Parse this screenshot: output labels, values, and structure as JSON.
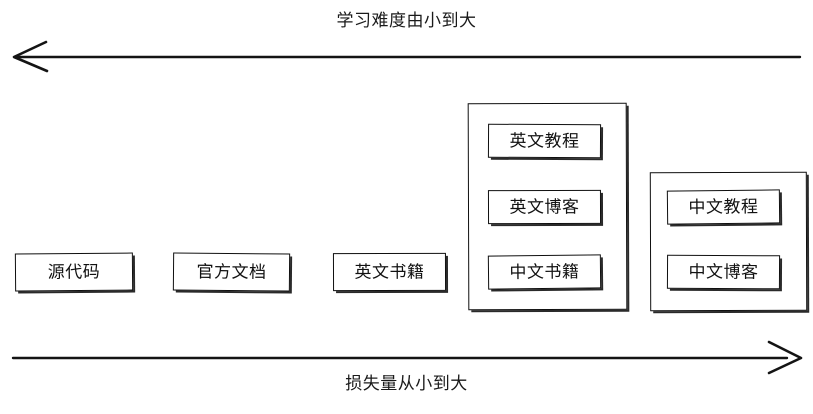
{
  "diagram": {
    "title_top": "学习难度由小到大",
    "title_bottom": "损失量从小到大",
    "top_arrow_direction": "left",
    "bottom_arrow_direction": "right",
    "stroke_color": "#111111",
    "background_color": "#ffffff"
  },
  "nodes": [
    {
      "label": "源代码"
    },
    {
      "label": "官方文档"
    },
    {
      "label": "英文书籍"
    }
  ],
  "groups": [
    {
      "name": "group-1",
      "items": [
        {
          "label": "英文教程"
        },
        {
          "label": "英文博客"
        },
        {
          "label": "中文书籍"
        }
      ]
    },
    {
      "name": "group-2",
      "items": [
        {
          "label": "中文教程"
        },
        {
          "label": "中文博客"
        }
      ]
    }
  ]
}
